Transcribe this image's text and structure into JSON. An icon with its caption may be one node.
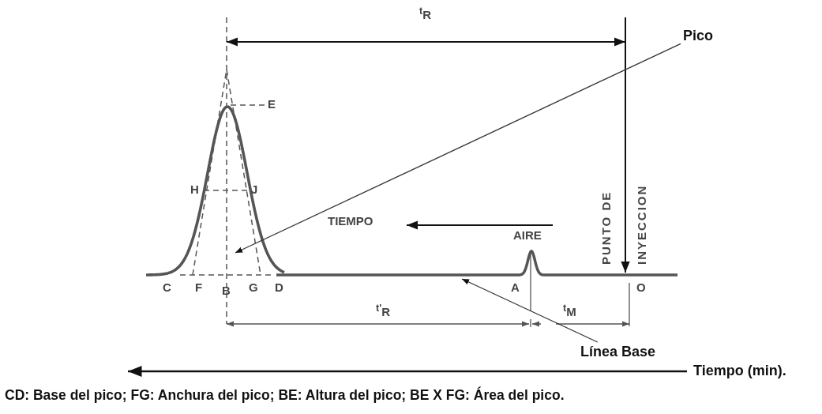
{
  "diagram": {
    "caption": "CD: Base del pico; FG: Anchura del pico; BE: Altura del pico; BE X FG: Área del pico.",
    "nodes": [
      {
        "text": [
          "Pico"
        ]
      },
      {
        "text": [],
        "shape": "picture"
      },
      {
        "text": [
          "Línea Base"
        ]
      },
      {
        "text": [],
        "shape": "line"
      }
    ],
    "edges": [
      {
        "from": 0,
        "to": 1,
        "arrow": "to"
      },
      {
        "from": 2,
        "to": 3,
        "arrow": "to"
      }
    ],
    "labels": [
      "$^{t}$R",
      "E",
      "H",
      "J",
      "TIEMPO",
      "AIRE",
      "PUNTO DE",
      "INYECCION",
      "C",
      "F",
      "B",
      "G",
      "D",
      "A",
      "O",
      "$^{t'}$R",
      "$^{t}$M",
      "Tiempo (min)."
    ]
  }
}
